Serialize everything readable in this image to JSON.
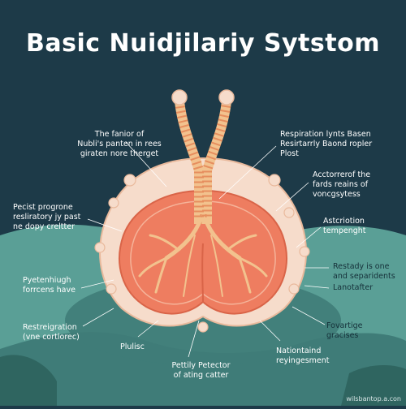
{
  "title": "Basic Nuidjilariy Sytstom",
  "labels": {
    "left_top": "The fanior of\nNubli's panten in rees\ngiraten nore therget",
    "left_mid": "Pecist progrone\nresliratory jy past\nne dopy creltter",
    "left_low1": "Pyetenhiugh\nforrcens have",
    "left_low2": "Restreigration\n(vne cortlorec)",
    "bottom_left": "Plulisc",
    "bottom_center": "Pettily Petector\nof ating catter",
    "bottom_right": "Nationtaind\nreyingesment",
    "right_top": "Respiration lynts Basen\nResirtarrly Baond ropler\nPlost",
    "right_2": "Acctorrerof the\nfards reains of\nvoncgsytess",
    "right_3": "Astcriotion\ntempenght",
    "right_4": "Restady is one\nand separidents",
    "right_5": "Lanotafter",
    "right_6": "Fovartige\ngracises"
  },
  "watermark": "wilsbantop.a.con",
  "colors": {
    "background": "#1d3a48",
    "ground": "#5a9f96",
    "ground_dark": "#3f7c78",
    "lung": "#ee7d60",
    "membrane": "#f6dccb",
    "trachea": "#f2c28e",
    "stripe": "#e68e5e"
  }
}
